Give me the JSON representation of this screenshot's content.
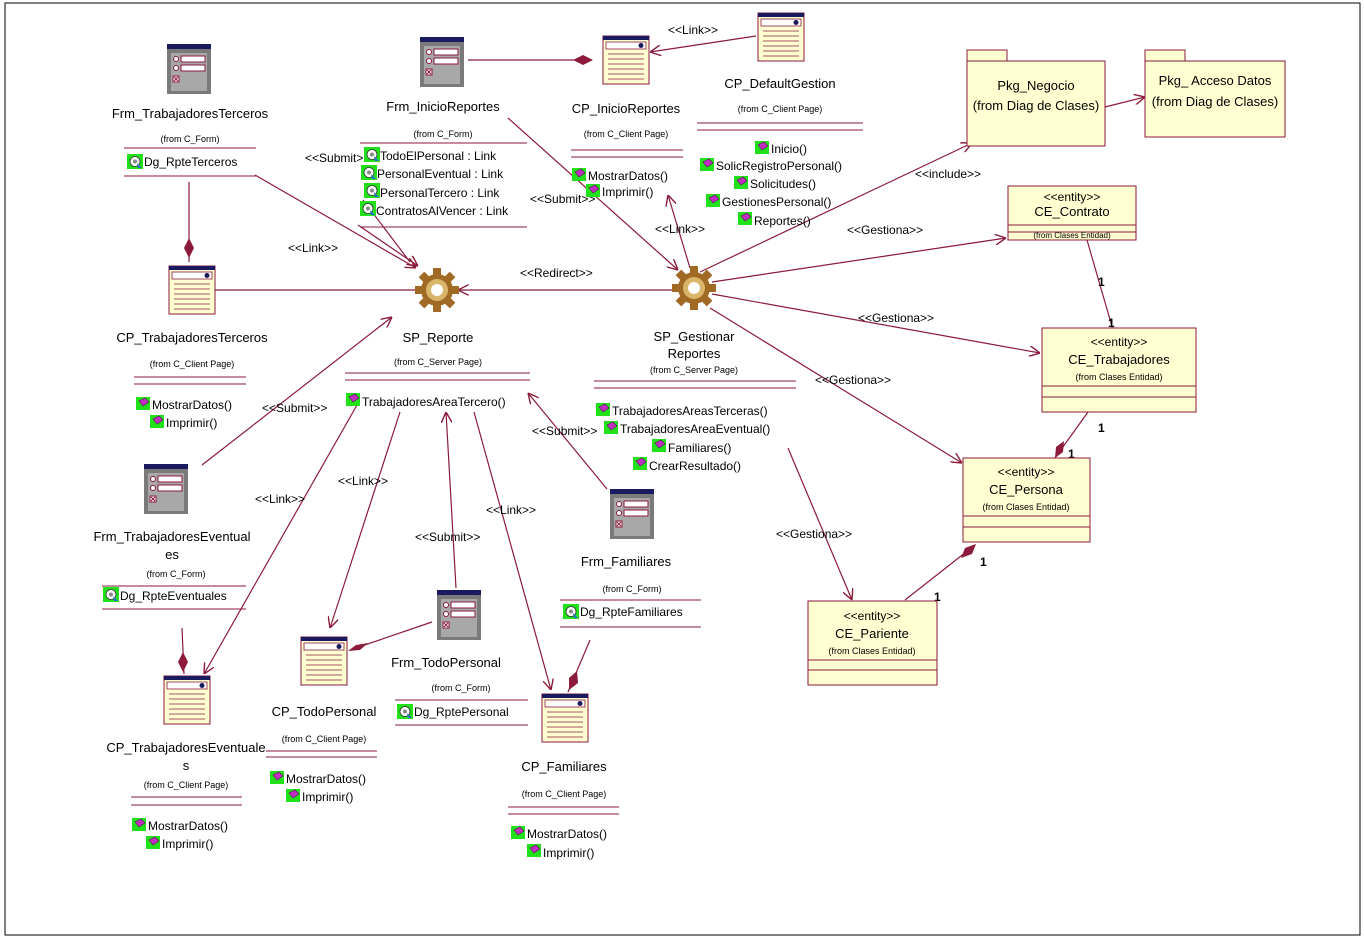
{
  "diagram": {
    "nodes": {
      "frm_trab_terceros": {
        "name": "Frm_TrabajadoresTerceros",
        "from": "(from C_Form)",
        "members": [
          "Dg_RpteTerceros"
        ]
      },
      "frm_inicio_reportes": {
        "name": "Frm_InicioReportes",
        "from": "(from C_Form)",
        "members": [
          "TodoElPersonal : Link",
          "PersonalEventual : Link",
          "PersonalTercero : Link",
          "ContratosAlVencer : Link"
        ]
      },
      "cp_inicio_reportes": {
        "name": "CP_InicioReportes",
        "from": "(from C_Client Page)",
        "members": [
          "MostrarDatos()",
          "Imprimir()"
        ]
      },
      "cp_default_gestion": {
        "name": "CP_DefaultGestion",
        "from": "(from C_Client Page)",
        "members": [
          "Inicio()",
          "SolicRegistroPersonal()",
          "Solicitudes()",
          "GestionesPersonal()",
          "Reportes()"
        ]
      },
      "pkg_negocio": {
        "name": "Pkg_Negocio",
        "from": "(from Diag de Clases)"
      },
      "pkg_acceso": {
        "name": "Pkg_ Acceso Datos",
        "from": "(from Diag de Clases)"
      },
      "ce_contrato": {
        "stereotype": "<<entity>>",
        "name": "CE_Contrato",
        "from": "(from Clases Entidad)"
      },
      "ce_trabajadores": {
        "stereotype": "<<entity>>",
        "name": "CE_Trabajadores",
        "from": "(from Clases Entidad)"
      },
      "ce_persona": {
        "stereotype": "<<entity>>",
        "name": "CE_Persona",
        "from": "(from Clases Entidad)"
      },
      "ce_pariente": {
        "stereotype": "<<entity>>",
        "name": "CE_Pariente",
        "from": "(from Clases Entidad)"
      },
      "cp_trab_terceros": {
        "name": "CP_TrabajadoresTerceros",
        "from": "(from C_Client Page)",
        "members": [
          "MostrarDatos()",
          "Imprimir()"
        ]
      },
      "sp_reporte": {
        "name": "SP_Reporte",
        "from": "(from C_Server Page)",
        "members": [
          "TrabajadoresAreaTercero()"
        ]
      },
      "sp_gestionar": {
        "name_line1": "SP_Gestionar",
        "name_line2": "Reportes",
        "from": "(from C_Server Page)",
        "members": [
          "TrabajadoresAreasTerceras()",
          "TrabajadoresAreaEventual()",
          "Familiares()",
          "CrearResultado()"
        ]
      },
      "frm_trab_eventuales": {
        "name_line1": "Frm_TrabajadoresEventual",
        "name_line2": "es",
        "from": "(from C_Form)",
        "members": [
          "Dg_RpteEventuales"
        ]
      },
      "frm_familiares": {
        "name": "Frm_Familiares",
        "from": "(from C_Form)",
        "members": [
          "Dg_RpteFamiliares"
        ]
      },
      "frm_todo_personal": {
        "name": "Frm_TodoPersonal",
        "from": "(from C_Form)",
        "members": [
          "Dg_RptePersonal"
        ]
      },
      "cp_todo_personal": {
        "name": "CP_TodoPersonal",
        "from": "(from C_Client Page)",
        "members": [
          "MostrarDatos()",
          "Imprimir()"
        ]
      },
      "cp_trab_eventuales": {
        "name_line1": "CP_TrabajadoresEventuale",
        "name_line2": "s",
        "from": "(from C_Client Page)",
        "members": [
          "MostrarDatos()",
          "Imprimir()"
        ]
      },
      "cp_familiares": {
        "name": "CP_Familiares",
        "from": "(from C_Client Page)",
        "members": [
          "MostrarDatos()",
          "Imprimir()"
        ]
      }
    },
    "edge_labels": {
      "link_default": "<<Link>>",
      "submit_inicio": "<<Submit>>",
      "submit_cp_inicio": "<<Submit>>",
      "link_cp_inicio": "<<Link>>",
      "include": "<<include>>",
      "gestiona_contrato": "<<Gestiona>>",
      "gestiona_trab": "<<Gestiona>>",
      "gestiona_persona": "<<Gestiona>>",
      "gestiona_pariente": "<<Gestiona>>",
      "link_terceros": "<<Link>>",
      "redirect": "<<Redirect>>",
      "submit_eventuales": "<<Submit>>",
      "submit_familiares": "<<Submit>>",
      "link_eventuales": "<<Link>>",
      "link_todo": "<<Link>>",
      "link_familiares": "<<Link>>",
      "submit_todo": "<<Submit>>"
    },
    "multiplicities": {
      "contrato_trab_a": "1",
      "contrato_trab_b": "1",
      "trab_persona_a": "1",
      "trab_persona_b": "1",
      "persona_pariente_a": "1",
      "persona_pariente_b": "1"
    }
  }
}
